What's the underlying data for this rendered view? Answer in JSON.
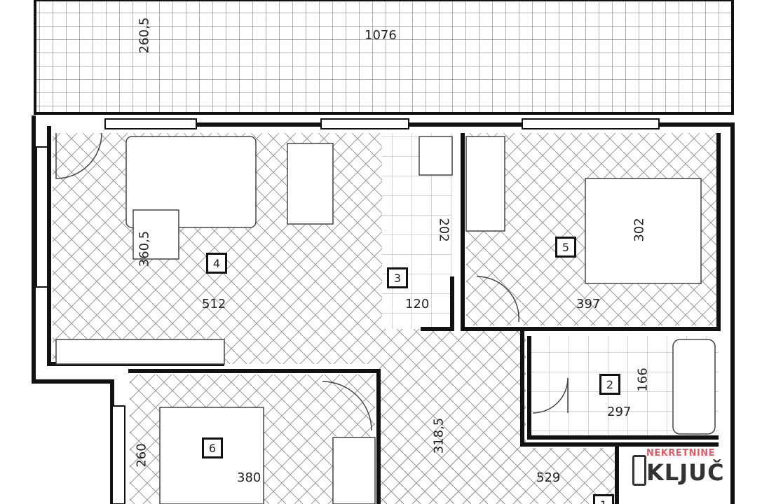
{
  "plan": {
    "balcony": {
      "width": "1076",
      "depth": "260,5"
    },
    "rooms": [
      {
        "number": "4",
        "width": "512",
        "depth": "360,5"
      },
      {
        "number": "3",
        "width": "120",
        "depth": "202"
      },
      {
        "number": "5",
        "width": "397",
        "depth": "302"
      },
      {
        "number": "2",
        "width": "297",
        "depth": "166"
      },
      {
        "number": "6",
        "width": "380",
        "depth": "260"
      },
      {
        "number": "",
        "width": "529",
        "depth": "318,5"
      }
    ],
    "partial_box": "1"
  },
  "logo": {
    "top": "NEKRETNINE",
    "main": "KLJUČ"
  },
  "colors": {
    "wall": "#111111",
    "hatch": "#888888",
    "logo_accent": "#e05a6a"
  }
}
